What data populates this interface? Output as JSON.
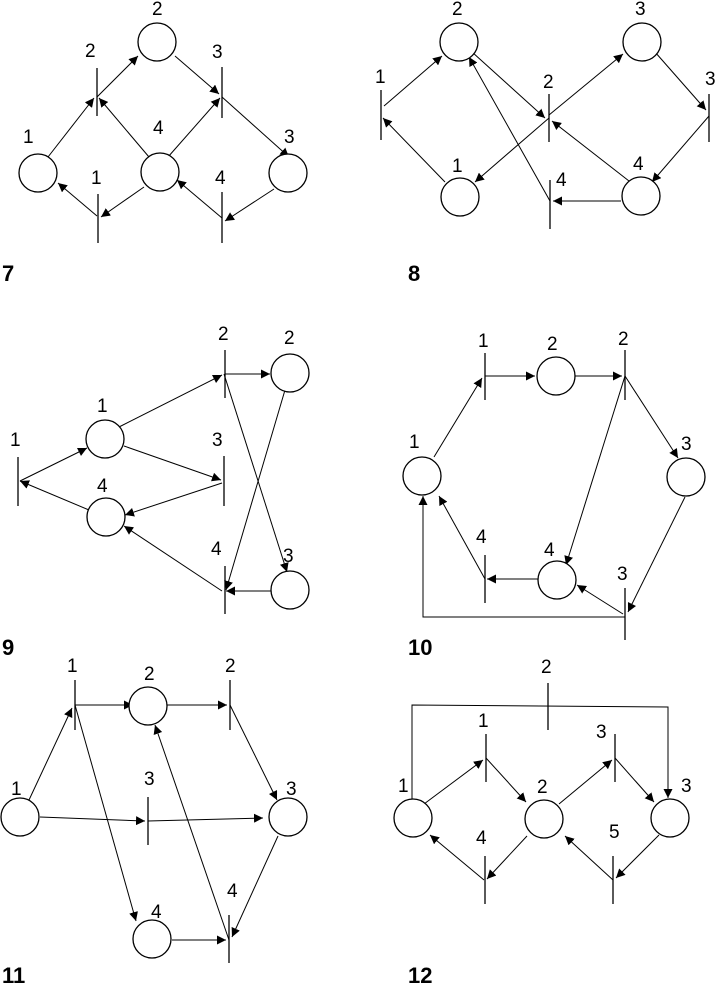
{
  "diagrams": [
    {
      "number": "7",
      "places": [
        "1",
        "2",
        "4",
        "3"
      ],
      "transitions": [
        "2",
        "3",
        "1",
        "4"
      ]
    },
    {
      "number": "8",
      "places": [
        "2",
        "3",
        "1",
        "4"
      ],
      "transitions": [
        "1",
        "2",
        "3",
        "4"
      ]
    },
    {
      "number": "9",
      "places": [
        "2",
        "1",
        "4",
        "3"
      ],
      "transitions": [
        "2",
        "1",
        "3",
        "4"
      ]
    },
    {
      "number": "10",
      "places": [
        "2",
        "1",
        "3",
        "4"
      ],
      "transitions": [
        "1",
        "2",
        "4",
        "3"
      ]
    },
    {
      "number": "11",
      "places": [
        "2",
        "1",
        "3",
        "4"
      ],
      "transitions": [
        "1",
        "2",
        "3",
        "4"
      ]
    },
    {
      "number": "12",
      "places": [
        "1",
        "2",
        "3"
      ],
      "transitions": [
        "2",
        "1",
        "3",
        "4",
        "5"
      ]
    }
  ]
}
